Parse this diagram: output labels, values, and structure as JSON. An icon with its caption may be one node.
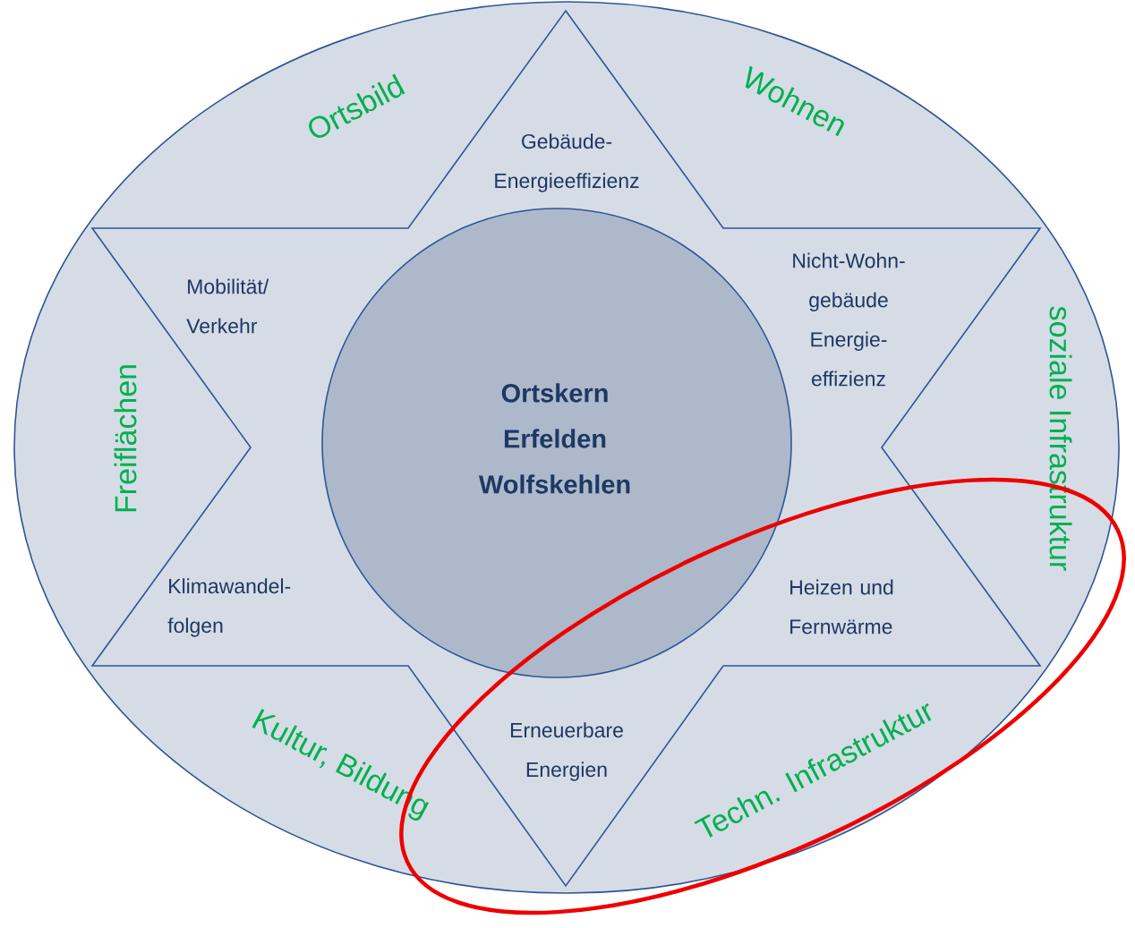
{
  "diagram": {
    "nodes": [
      {
        "text": [],
        "shape": "ellipse"
      },
      {
        "text": [
          "Gebäude- Energieeffizienz",
          "Mobilität/ Verkehr",
          "Nicht-Wohn- gebäude Energie- effizienz",
          "Klimawandel- folgen",
          "Heizen und Fernwärme",
          "Erneuerbare Energien"
        ],
        "in": 0
      },
      {
        "text": [
          "Ortskern Erfelden Wolfskehlen"
        ],
        "in": 1
      }
    ],
    "labels": [
      "Ortsbild",
      "Wohnen",
      "Freiflächen",
      "soziale Infrastruktur",
      "Kultur, Bildung",
      "Techn. Infrastruktur"
    ]
  }
}
